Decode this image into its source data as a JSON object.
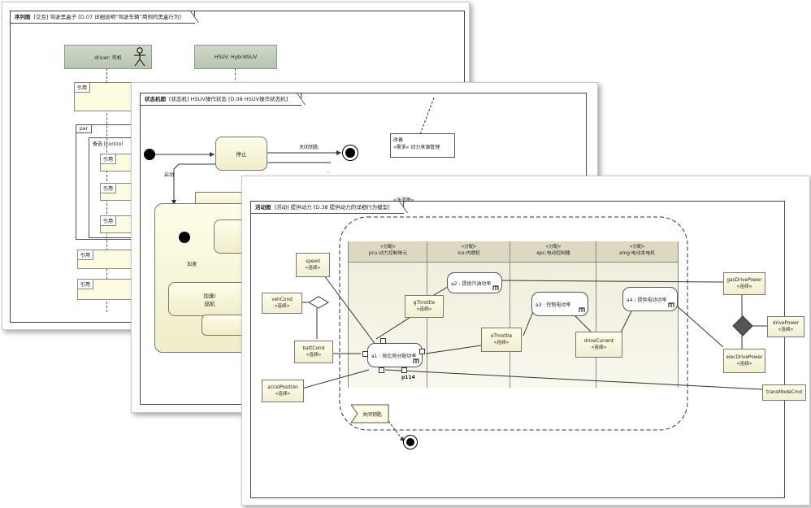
{
  "seq": {
    "kind": "序列图",
    "tag": "[交互]",
    "title": "驾驶黑盒子 [D.07 详细说明“驾驶车辆”用例的黑盒行为]",
    "lifeline_driver": "driver: 司机",
    "lifeline_hsuv": "HSUV: HybridSUV",
    "par_label": "par",
    "alt_text": "备选 [control",
    "ref": "引用"
  },
  "state": {
    "kind": "状态机图",
    "tag": "[状态机]",
    "title": "HSUV操作状态 [D.08 HSUV操作状态机]",
    "stop": "停止",
    "close_key": "关闭钥匙",
    "start": "启动",
    "accel_label": "加速",
    "accel_cruise_1": "加速/",
    "accel_cruise_2": "巡航",
    "note_line1": "改善",
    "note_line2": "«需求» 动力来源管理"
  },
  "act": {
    "stereo_top": "«泳道图»",
    "kind": "活动图",
    "tag": "[活动]",
    "title": "提供动力 [D.38 提供动力的详细行为模型]",
    "stereo_alloc": "«分配»",
    "lanes": [
      "pcu:动力控制单元",
      "ice:内燃机",
      "epc:电动控制器",
      "emg:电动发电机"
    ],
    "stereo_conn": "«连续»",
    "speed": "speed",
    "vehCond": "vehCond",
    "battCond": "battCond",
    "accelPosition": "accelPosition",
    "gThrottle": "gThrottle",
    "eThrottle": "eThrottle",
    "driveCurrent": "driveCurrent",
    "gasDrivePower": "gasDrivePower",
    "drivePower": "drivePower",
    "elecDrivePower": "elecDrivePower",
    "transModeCmd": "transModeCmd",
    "a1": "a1 : 按比例分配功率",
    "a2": "a2 : 提供汽油功率",
    "a3": "a3 : 控制电功率",
    "a4": "a4 : 提供电动功率",
    "p114": "p114",
    "key_off": "关闭钥匙"
  }
}
